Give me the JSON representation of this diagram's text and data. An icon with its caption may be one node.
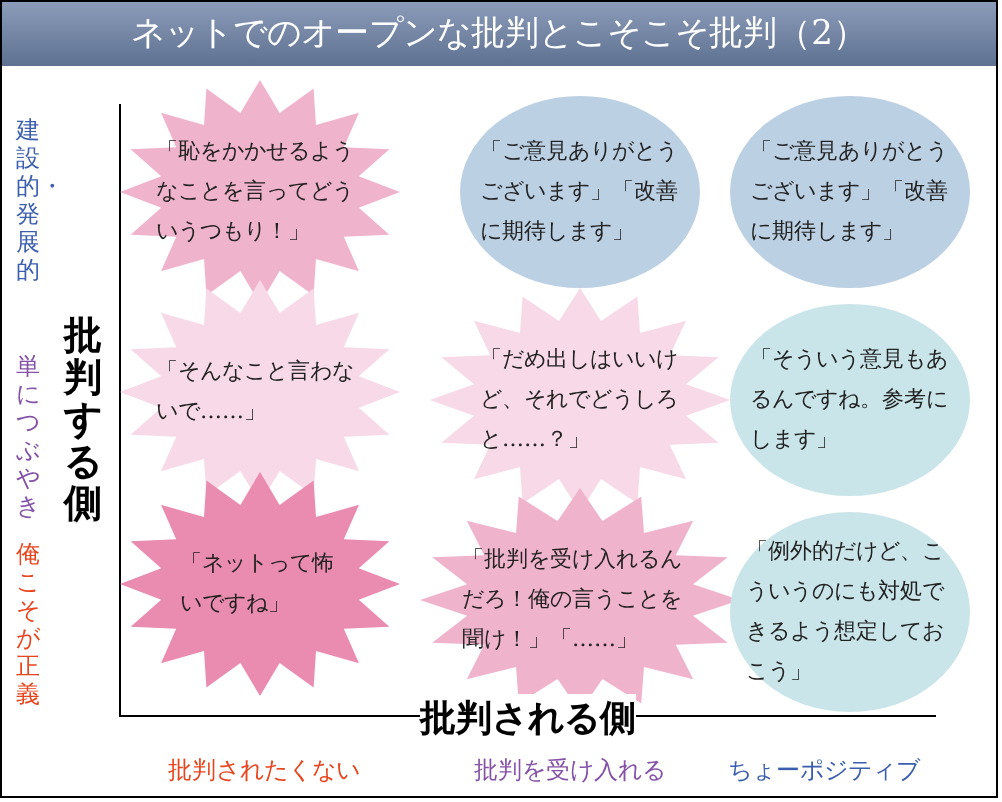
{
  "diagram": {
    "title": "ネットでのオープンな批判とこそこそ批判（2）",
    "nodes": [
      {
        "text": [
          "「恥をかかせるようなことを言ってどういうつもり！」"
        ]
      },
      {
        "text": [
          "「ご意見ありがとうございます」「改善に期待します」"
        ]
      },
      {
        "text": [
          "「ご意見ありがとうございます」「改善に期待します」"
        ]
      },
      {
        "text": [
          "「そんなこと言わないで……」"
        ]
      },
      {
        "text": [
          "「だめ出しはいいけど、それでどうしろと……？」"
        ]
      },
      {
        "text": [
          "「そういう意見もあるんですね。参考にします」"
        ]
      },
      {
        "text": [
          "「ネットって怖いですね」"
        ]
      },
      {
        "text": [
          "「批判を受け入れるんだろ！俺の言うことを聞け！」「……」"
        ]
      },
      {
        "text": [
          "「例外的だけど、こういうのにも対処できるよう想定しておこう」"
        ]
      }
    ],
    "labels": [
      "建設的・発展的",
      "単につぶやき",
      "俺こそが正義",
      "批判する側",
      "批判される側",
      "批判されたくない",
      "批判を受け入れる",
      "ちょーポジティブ"
    ]
  }
}
